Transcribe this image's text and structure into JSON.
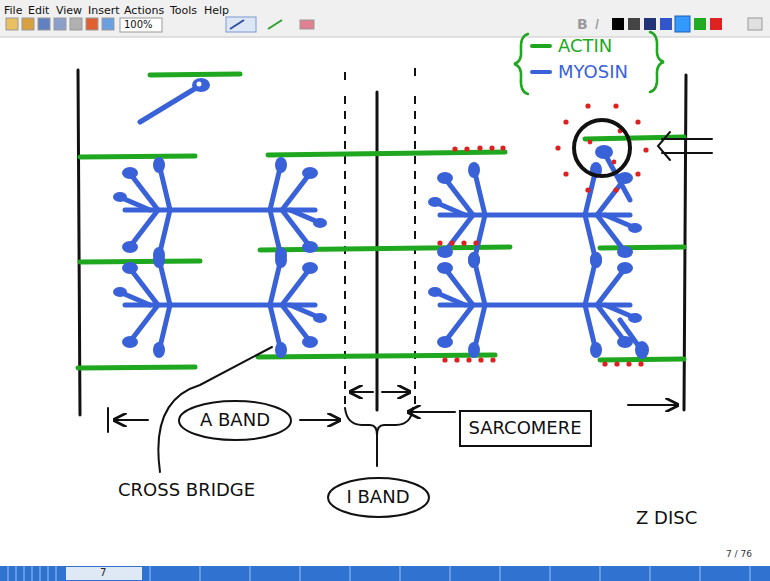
{
  "diagram": {
    "nodes": [
      {
        "text": [
          "A BAND"
        ]
      },
      {
        "text": [
          "SARCOMERE"
        ]
      },
      {
        "text": [
          "I BAND"
        ]
      }
    ],
    "labels": [
      "File",
      "Edit",
      "View",
      "Insert",
      "Actions",
      "Tools",
      "Help",
      "100%",
      "B",
      "I",
      "CROSS BRIDGE",
      "Z DISC",
      "7 / 76",
      "7"
    ],
    "legend": [
      {
        "text": "ACTIN",
        "color": "#1fa81f"
      },
      {
        "text": "MYOSIN",
        "color": "#3a62d8"
      }
    ]
  }
}
